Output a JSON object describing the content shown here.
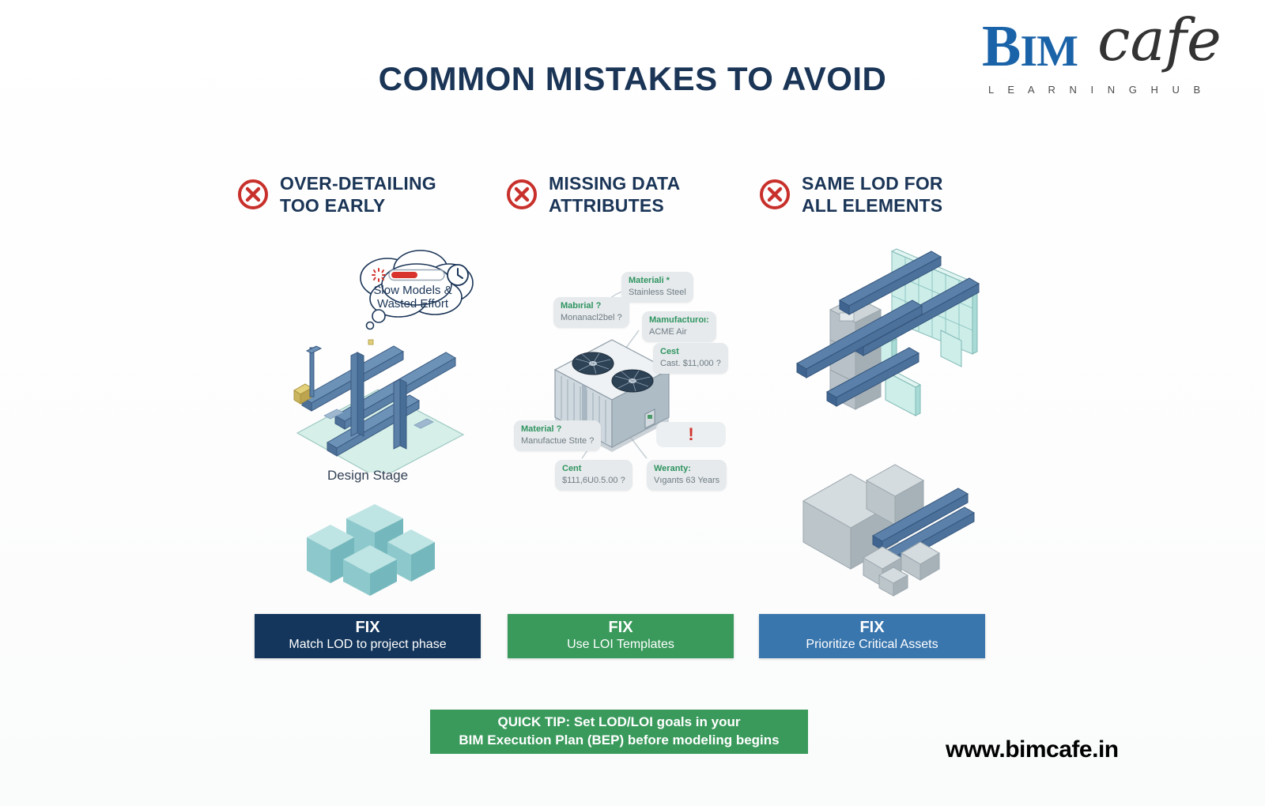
{
  "brand": {
    "logo_primary": "B",
    "logo_primary_rest": "IM",
    "logo_script": "cafe",
    "logo_tagline": "L E A R N I N G   H U B",
    "website": "www.bimcafe.in",
    "colors": {
      "navy": "#14365c",
      "title_navy": "#1b3557",
      "green": "#3a9a5c",
      "blue": "#3a76ae",
      "logo_blue": "#1a63a8",
      "error_red": "#c8302b",
      "callout_key_green": "#2f9460",
      "teal_mass": "#8fd0d3"
    }
  },
  "title": "COMMON MISTAKES TO AVOID",
  "columns": [
    {
      "icon": "circle-x-icon",
      "heading_line1": "OVER-DETAILING",
      "heading_line2": "TOO EARLY",
      "caption": "Design Stage",
      "thought_bubble": {
        "line1": "Slow Models &",
        "line2": "Wasted Effort",
        "progress_percent": 45,
        "icons": [
          "spinner-icon",
          "progress-bar-icon",
          "clock-icon"
        ]
      },
      "illustration": "isometric-detailed-piping-model",
      "massing_illustration": "isometric-simple-boxes",
      "fix": {
        "label": "FIX",
        "text": "Match LOD to project phase",
        "color": "#14365c"
      }
    },
    {
      "icon": "circle-x-icon",
      "heading_line1": "MISSING DATA",
      "heading_line2": "ATTRIBUTES",
      "illustration": "isometric-rooftop-hvac-unit",
      "warning": "!",
      "callouts": [
        {
          "key": "Materiali *",
          "value": "Stainless Steel"
        },
        {
          "key": "Mabırial ?",
          "value": "Monanacl2bel ?"
        },
        {
          "key": "Mamufacturoı:",
          "value": "ACME Air"
        },
        {
          "key": "Cest",
          "value": "Cast. $11,000 ?"
        },
        {
          "key": "Material ?",
          "value": "Manufactue Stıte ?"
        },
        {
          "key": "Cent",
          "value": "$111,6U0.5.00 ?"
        },
        {
          "key": "Weranty:",
          "value": "Vıgants 63 Years"
        }
      ],
      "fix": {
        "label": "FIX",
        "text": "Use LOI Templates",
        "color": "#3a9a5c"
      }
    },
    {
      "icon": "circle-x-icon",
      "heading_line1": "SAME LOD FOR",
      "heading_line2": "ALL ELEMENTS",
      "illustration_top": "isometric-structural-beams-columns-curtainwall",
      "illustration_bottom": "isometric-equipment-blocks",
      "fix": {
        "label": "FIX",
        "text": "Prioritize Critical Assets",
        "color": "#3a76ae"
      }
    }
  ],
  "quick_tip": {
    "line1": "QUICK TIP: Set LOD/LOI goals in your",
    "line2": "BIM Execution Plan (BEP) before modeling begins"
  }
}
